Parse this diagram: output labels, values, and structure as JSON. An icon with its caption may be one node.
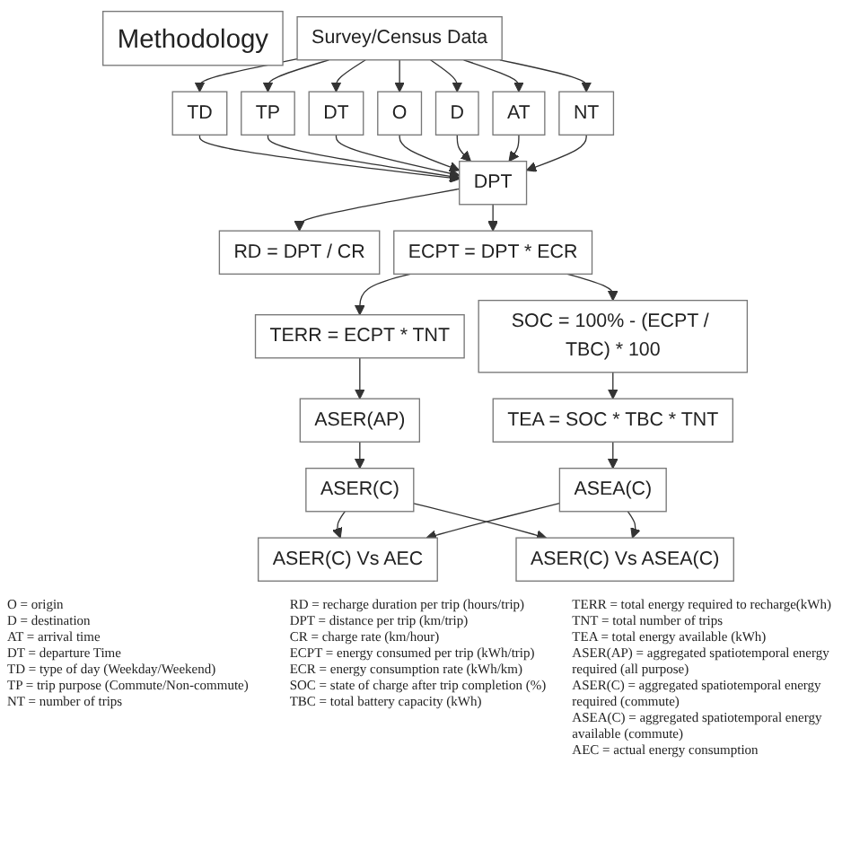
{
  "diagram": {
    "nodes": [
      {
        "text": [
          "Methodology"
        ]
      },
      {
        "text": [
          "Survey/Census Data"
        ]
      },
      {
        "text": [
          "TD"
        ]
      },
      {
        "text": [
          "TP"
        ]
      },
      {
        "text": [
          "DT"
        ]
      },
      {
        "text": [
          "O"
        ]
      },
      {
        "text": [
          "D"
        ]
      },
      {
        "text": [
          "AT"
        ]
      },
      {
        "text": [
          "NT"
        ]
      },
      {
        "text": [
          "DPT"
        ]
      },
      {
        "text": [
          "RD = DPT / CR"
        ]
      },
      {
        "text": [
          "ECPT = DPT * ECR"
        ]
      },
      {
        "text": [
          "TERR = ECPT * TNT"
        ]
      },
      {
        "text": [
          "SOC = 100% - (ECPT / TBC) * 100"
        ]
      },
      {
        "text": [
          "ASER(AP)"
        ]
      },
      {
        "text": [
          "TEA = SOC * TBC * TNT"
        ]
      },
      {
        "text": [
          "ASER(C)"
        ]
      },
      {
        "text": [
          "ASEA(C)"
        ]
      },
      {
        "text": [
          "ASER(C) Vs AEC"
        ]
      },
      {
        "text": [
          "ASER(C) Vs ASEA(C)"
        ]
      }
    ],
    "edges": [
      {
        "from": 1,
        "to": 2,
        "arrow": "to"
      },
      {
        "from": 1,
        "to": 3,
        "arrow": "to"
      },
      {
        "from": 1,
        "to": 4,
        "arrow": "to"
      },
      {
        "from": 1,
        "to": 5,
        "arrow": "to"
      },
      {
        "from": 1,
        "to": 6,
        "arrow": "to"
      },
      {
        "from": 1,
        "to": 7,
        "arrow": "to"
      },
      {
        "from": 1,
        "to": 8,
        "arrow": "to"
      },
      {
        "from": 2,
        "to": 9,
        "arrow": "to"
      },
      {
        "from": 3,
        "to": 9,
        "arrow": "to"
      },
      {
        "from": 4,
        "to": 9,
        "arrow": "to"
      },
      {
        "from": 5,
        "to": 9,
        "arrow": "to"
      },
      {
        "from": 6,
        "to": 9,
        "arrow": "to"
      },
      {
        "from": 7,
        "to": 9,
        "arrow": "to"
      },
      {
        "from": 8,
        "to": 9,
        "arrow": "to"
      },
      {
        "from": 9,
        "to": 10,
        "arrow": "to"
      },
      {
        "from": 9,
        "to": 11,
        "arrow": "to"
      },
      {
        "from": 11,
        "to": 12,
        "arrow": "to"
      },
      {
        "from": 11,
        "to": 13,
        "arrow": "to"
      },
      {
        "from": 12,
        "to": 14,
        "arrow": "to"
      },
      {
        "from": 13,
        "to": 15,
        "arrow": "to"
      },
      {
        "from": 14,
        "to": 16,
        "arrow": "to"
      },
      {
        "from": 15,
        "to": 17,
        "arrow": "to"
      },
      {
        "from": 16,
        "to": 18,
        "arrow": "to"
      },
      {
        "from": 16,
        "to": 19,
        "arrow": "to"
      },
      {
        "from": 17,
        "to": 18,
        "arrow": "to"
      },
      {
        "from": 17,
        "to": 19,
        "arrow": "to"
      }
    ],
    "labels": [
      "O = origin",
      "D = destination",
      "AT = arrival time",
      "DT = departure Time",
      "TD = type of day (Weekday/Weekend)",
      "TP = trip purpose (Commute/Non-commute)",
      "NT = number of trips",
      "RD = recharge duration per trip (hours/trip)",
      "DPT = distance per trip (km/trip)",
      "CR = charge rate (km/hour)",
      "ECPT = energy consumed per trip (kWh/trip)",
      "ECR = energy consumption rate (kWh/km)",
      "SOC = state of charge after trip completion (%)",
      "TBC = total battery capacity (kWh)",
      "TERR = total energy required to recharge(kWh)",
      "TNT = total number of trips",
      "TEA = total energy available (kWh)",
      "ASER(AP) = aggregated spatiotemporal energy required (all purpose)",
      "ASER(C) = aggregated spatiotemporal energy required (commute)",
      "ASEA(C) = aggregated spatiotemporal energy available (commute)",
      "AEC = actual energy consumption"
    ]
  }
}
